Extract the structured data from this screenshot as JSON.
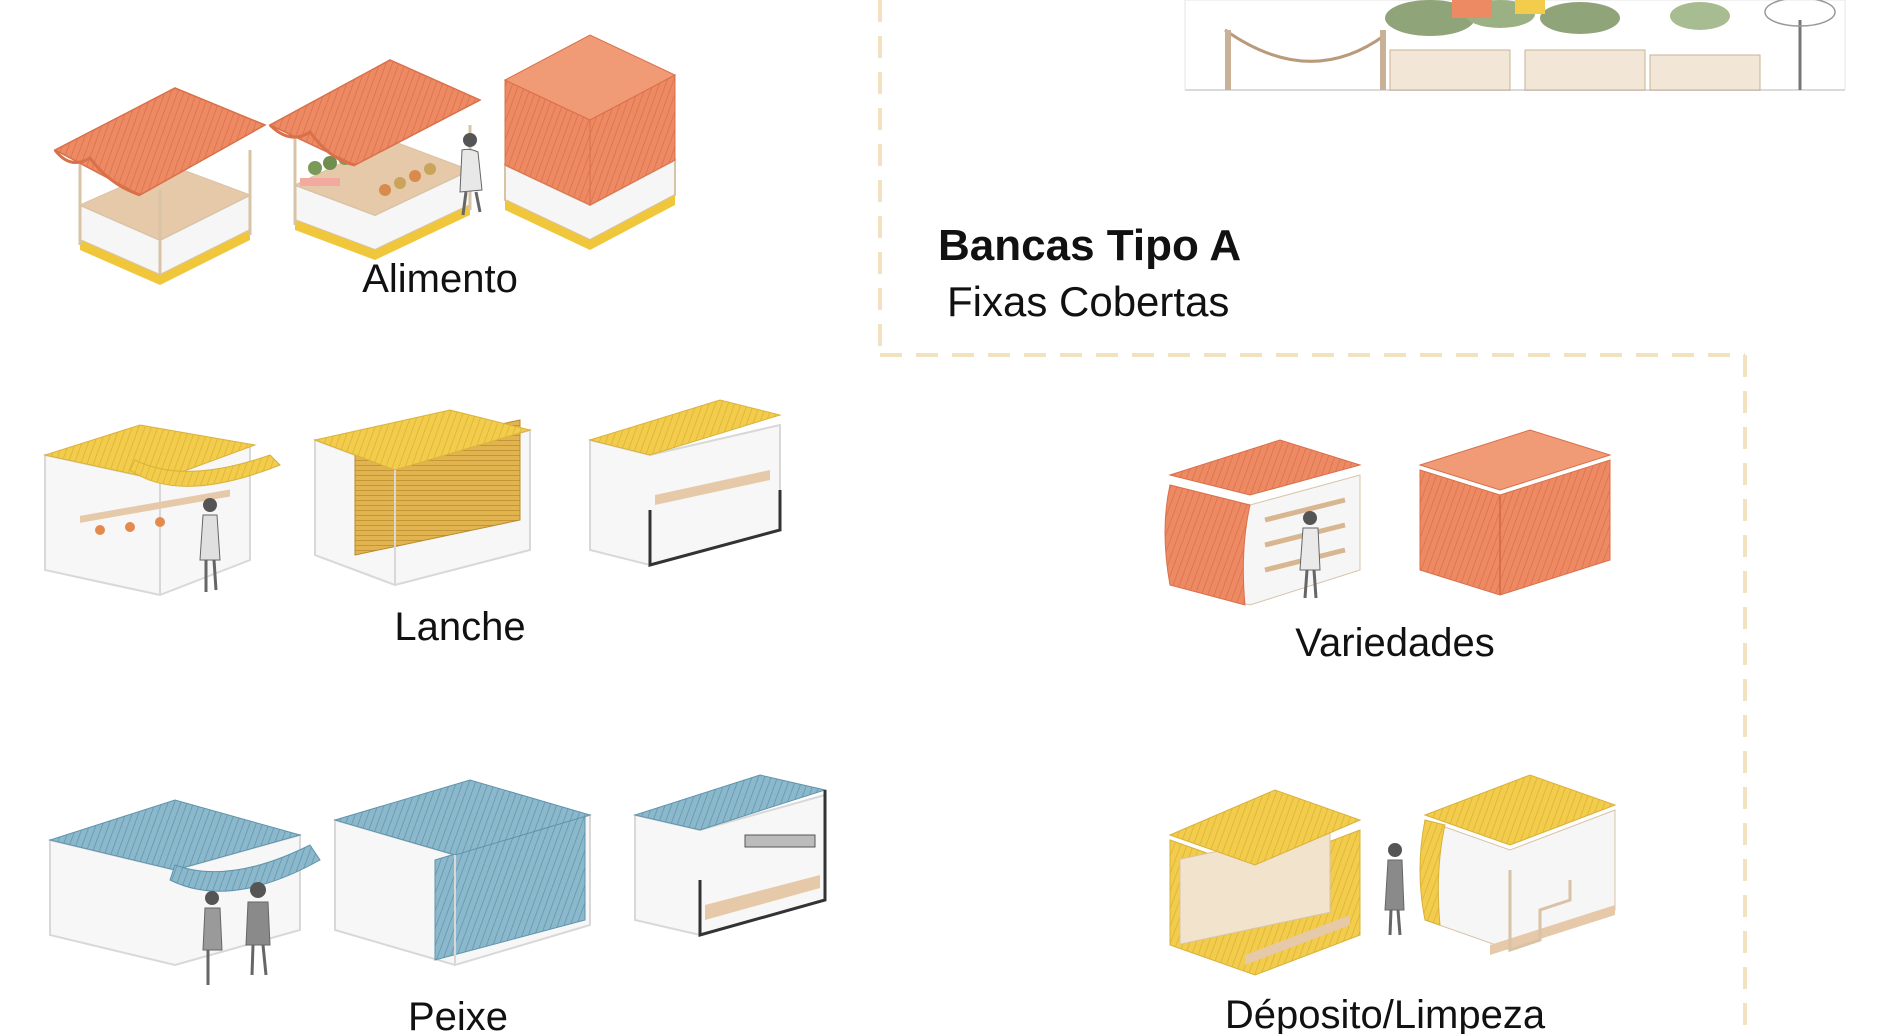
{
  "header": {
    "title": "Bancas Tipo A",
    "subtitle": "Fixas Cobertas"
  },
  "categories": {
    "alimento": "Alimento",
    "lanche": "Lanche",
    "peixe": "Peixe",
    "variedades": "Variedades",
    "deposito": "Déposito/Limpeza"
  },
  "colors": {
    "orange_awning": "#ee8a63",
    "yellow_awning": "#f2cc4a",
    "blue_awning": "#7eaec5",
    "frame": "#d9c3a7",
    "base_yellow": "#f0c73a",
    "counter": "#e6c9a8",
    "dashed_border": "#f5e6c8",
    "wall": "#f4f4f4",
    "figure": "#8a8a8a"
  }
}
